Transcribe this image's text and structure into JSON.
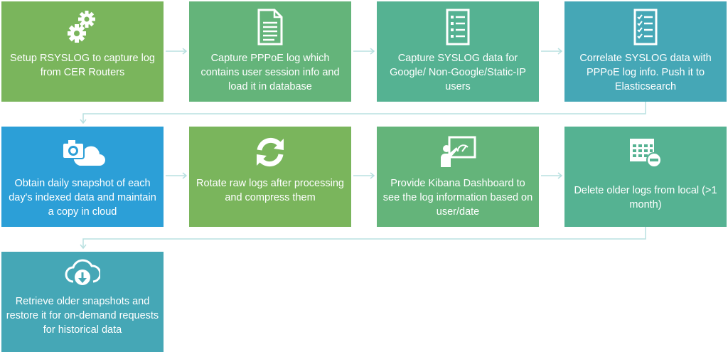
{
  "steps": [
    {
      "text": "Setup RSYSLOG to capture log from CER Routers",
      "icon": "gears-icon",
      "color": "#7ab55c"
    },
    {
      "text": "Capture PPPoE log which contains user session info and load it in database",
      "icon": "document-icon",
      "color": "#64b47a"
    },
    {
      "text": "Capture SYSLOG data for Google/ Non-Google/Static-IP users",
      "icon": "list-icon",
      "color": "#55b292"
    },
    {
      "text": "Correlate SYSLOG data with PPPoE log info. Push it to Elasticsearch",
      "icon": "checklist-icon",
      "color": "#45a7b6"
    },
    {
      "text": "Obtain daily snapshot of each day's indexed data and maintain a copy in cloud",
      "icon": "camera-cloud-icon",
      "color": "#2c9fd7"
    },
    {
      "text": "Rotate raw logs after processing and compress them",
      "icon": "refresh-icon",
      "color": "#7ab55c"
    },
    {
      "text": "Provide Kibana Dashboard to see the log information based on user/date",
      "icon": "dashboard-presenter-icon",
      "color": "#64b47a"
    },
    {
      "text": "Delete older logs from local (>1 month)",
      "icon": "calendar-minus-icon",
      "color": "#55b292"
    },
    {
      "text": "Retrieve older snapshots and restore it for on-demand requests for historical data",
      "icon": "cloud-download-icon",
      "color": "#45a7b6"
    }
  ],
  "connector_color": "#b8e0e0"
}
